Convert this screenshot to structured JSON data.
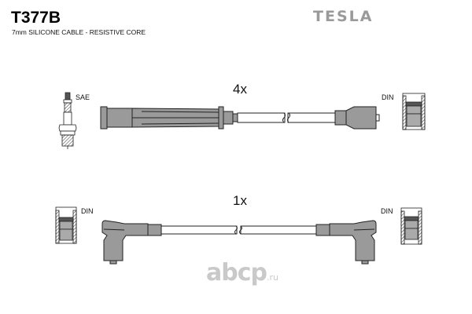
{
  "header": {
    "part_number": "T377B",
    "description": "7mm SILICONE CABLE - RESISTIVE CORE",
    "brand": "TESLA"
  },
  "cables": [
    {
      "quantity_label": "4x",
      "left_end_label": "SAE",
      "right_end_label": "DIN",
      "left_connector": "straight-boot",
      "right_connector": "straight-cap"
    },
    {
      "quantity_label": "1x",
      "left_end_label": "DIN",
      "right_end_label": "DIN",
      "left_connector": "angled-boot",
      "right_connector": "angled-boot"
    }
  ],
  "watermark": {
    "text": "abcp",
    "suffix": ".ru"
  },
  "colors": {
    "boot_fill": "#9a9a9a",
    "outline": "#222222",
    "brand": "#9a9a9a"
  }
}
